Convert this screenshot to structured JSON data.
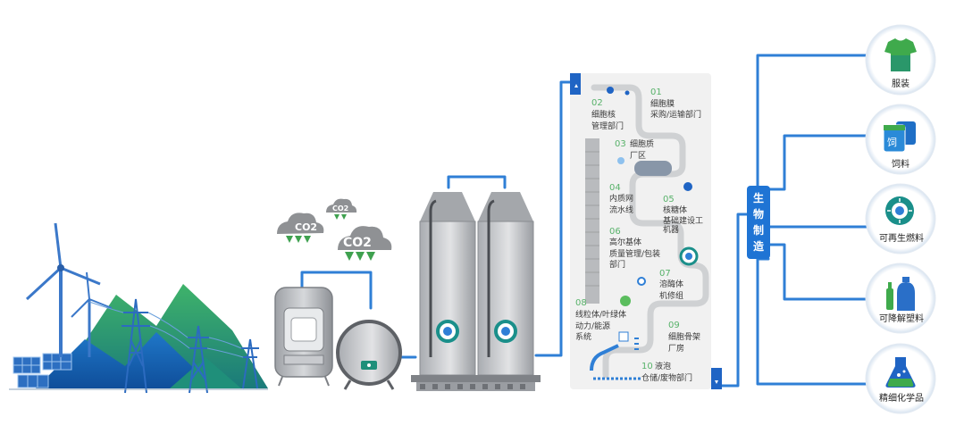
{
  "co2_labels": [
    "CO2",
    "CO2",
    "CO2"
  ],
  "panel": {
    "steps": [
      {
        "num": "01",
        "lines": [
          "细胞膜",
          "采购/运输部门"
        ]
      },
      {
        "num": "02",
        "lines": [
          "细胞核",
          "管理部门"
        ]
      },
      {
        "num": "03",
        "lines": [
          "细胞质",
          "厂区"
        ]
      },
      {
        "num": "04",
        "lines": [
          "内质网",
          "流水线"
        ]
      },
      {
        "num": "05",
        "lines": [
          "核糖体",
          "基础建设工",
          "机器"
        ]
      },
      {
        "num": "06",
        "lines": [
          "高尔基体",
          "质量管理/包装",
          "部门"
        ]
      },
      {
        "num": "07",
        "lines": [
          "溶酶体",
          "机修组"
        ]
      },
      {
        "num": "08",
        "lines": [
          "线粒体/叶绿体",
          "动力/能源",
          "系统"
        ]
      },
      {
        "num": "09",
        "lines": [
          "细胞骨架",
          "厂房"
        ]
      },
      {
        "num": "10",
        "lines": [
          "液泡",
          "仓储/废物部门"
        ]
      }
    ]
  },
  "bio_manufacturing": {
    "label_chars": [
      "生",
      "物",
      "制",
      "造"
    ]
  },
  "products": [
    {
      "label": "服装",
      "icon": "tshirt-icon"
    },
    {
      "label": "饲料",
      "icon": "feed-icon"
    },
    {
      "label": "可再生燃料",
      "icon": "tire-icon"
    },
    {
      "label": "可降解塑料",
      "icon": "bottle-icon"
    },
    {
      "label": "精细化学品",
      "icon": "flask-icon"
    }
  ],
  "colors": {
    "pipe": "#2f7fd6",
    "accent_green": "#58b26a",
    "teal": "#1a8f8a",
    "panel_bg": "#f1f1f1"
  }
}
